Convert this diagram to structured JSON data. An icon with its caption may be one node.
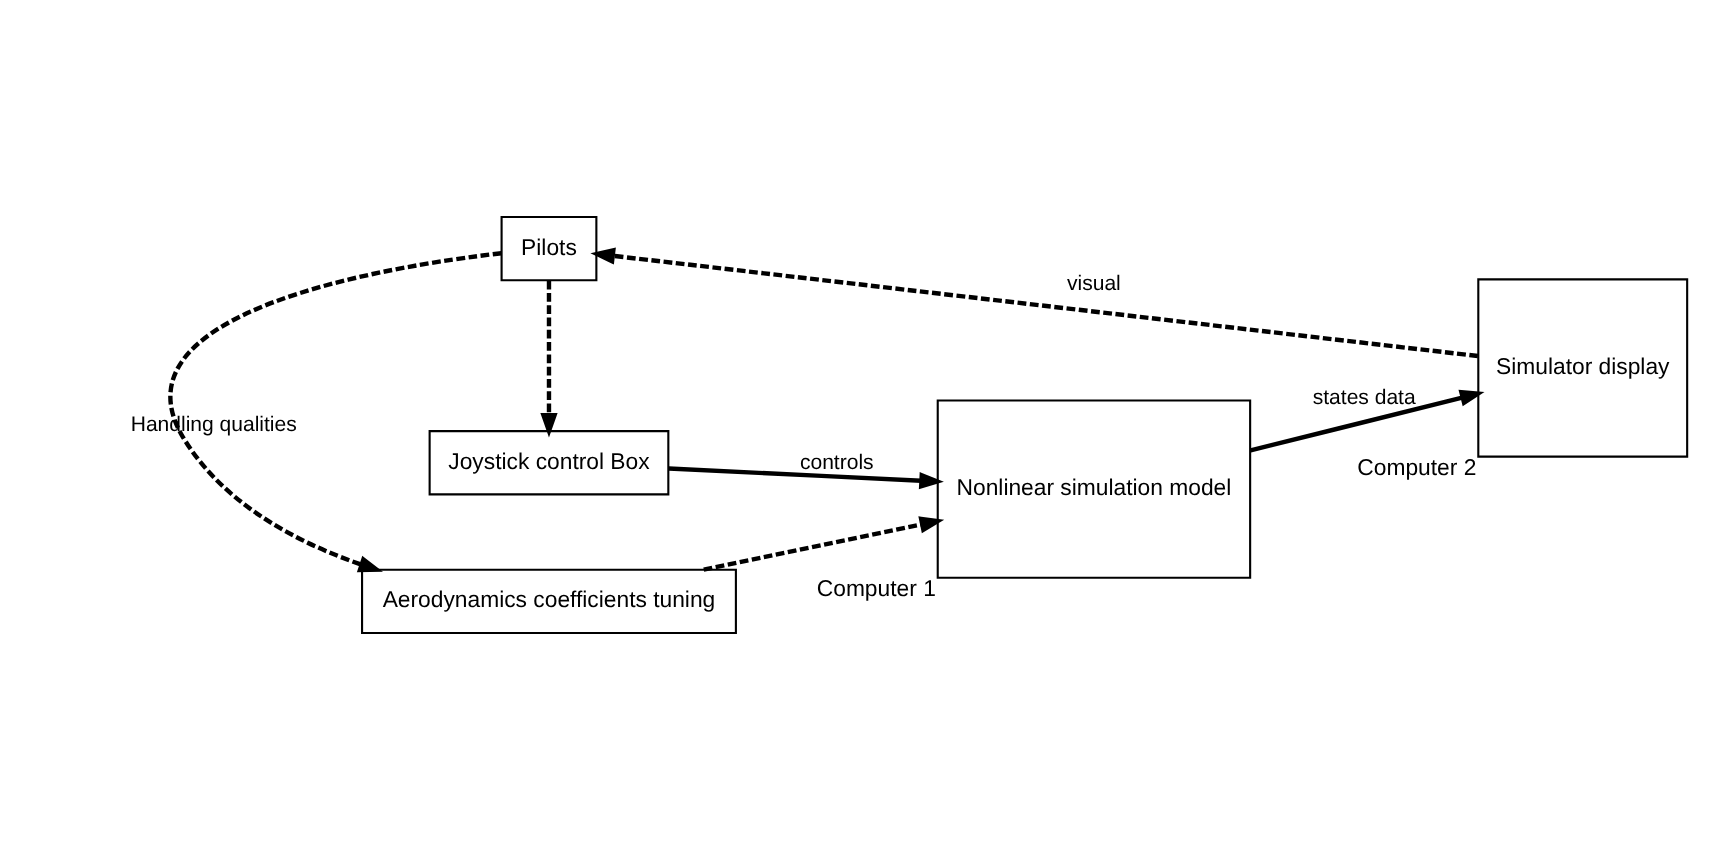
{
  "diagram": {
    "nodes": [
      {
        "text": [
          "Aerodynamics coefficients tuning"
        ]
      },
      {
        "text": [
          "Joystick control Box"
        ]
      },
      {
        "text": [
          "Nonlinear simulation model"
        ],
        "beside": [
          "Computer 1"
        ]
      },
      {
        "text": [
          "Simulator display"
        ],
        "beside": [
          "Computer 2"
        ]
      },
      {
        "text": [
          "Pilots"
        ]
      }
    ],
    "edges": [
      {
        "from": 0,
        "to": 2,
        "arrow": "to",
        "style": "dashed"
      },
      {
        "from": 1,
        "to": 2,
        "arrow": "to",
        "label": "controls"
      },
      {
        "from": 2,
        "to": 3,
        "arrow": "to",
        "label": "states data"
      },
      {
        "from": 3,
        "to": 4,
        "arrow": "to",
        "label": "visual",
        "style": "dashed"
      },
      {
        "from": 4,
        "to": 1,
        "arrow": "to",
        "style": "dashed"
      },
      {
        "from": 4,
        "to": 0,
        "arrow": "to",
        "label": "Handling qualities",
        "style": "dashed"
      }
    ]
  }
}
